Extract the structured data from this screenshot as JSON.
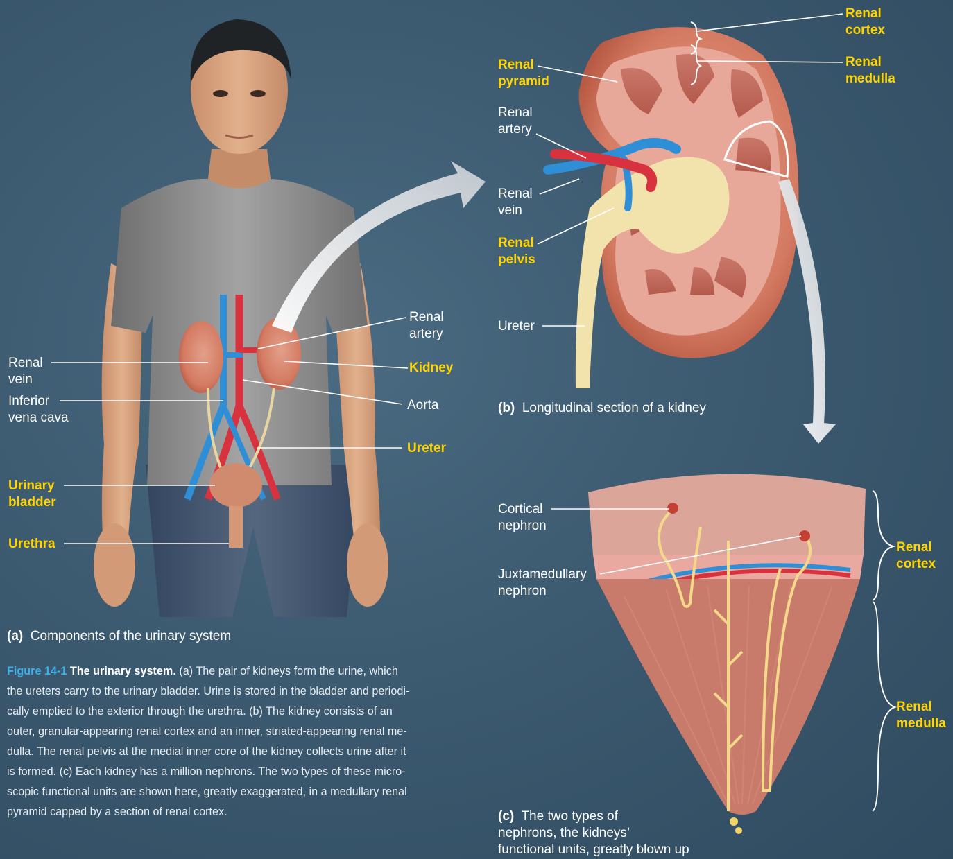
{
  "labels_a": {
    "renal_vein": [
      "Renal",
      "vein"
    ],
    "inferior_vena_cava": [
      "Inferior",
      "vena cava"
    ],
    "urinary_bladder": [
      "Urinary",
      "bladder"
    ],
    "urethra": "Urethra",
    "renal_artery": [
      "Renal",
      "artery"
    ],
    "kidney": "Kidney",
    "aorta": "Aorta",
    "ureter": "Ureter"
  },
  "labels_b": {
    "renal_pyramid": [
      "Renal",
      "pyramid"
    ],
    "renal_artery": [
      "Renal",
      "artery"
    ],
    "renal_vein": [
      "Renal",
      "vein"
    ],
    "renal_pelvis": [
      "Renal",
      "pelvis"
    ],
    "ureter": "Ureter",
    "renal_cortex": [
      "Renal",
      "cortex"
    ],
    "renal_medulla": [
      "Renal",
      "medulla"
    ]
  },
  "labels_c": {
    "cortical_nephron": [
      "Cortical",
      "nephron"
    ],
    "juxtamedullary_nephron": [
      "Juxtamedullary",
      "nephron"
    ],
    "renal_cortex": [
      "Renal",
      "cortex"
    ],
    "renal_medulla": [
      "Renal",
      "medulla"
    ]
  },
  "captions": {
    "a_letter": "(a)",
    "a_text": "Components of the urinary system",
    "b_letter": "(b)",
    "b_text": "Longitudinal section of a kidney",
    "c_letter": "(c)",
    "c_text_1": "The two types of",
    "c_text_2": "nephrons, the kidneys’",
    "c_text_3": "functional units, greatly blown up"
  },
  "figure": {
    "number": "Figure 14-1",
    "title": "The urinary system.",
    "lines": [
      "(a) The pair of kidneys form the urine, which",
      "the ureters carry to the urinary bladder. Urine is stored in the bladder and periodi-",
      "cally emptied to the exterior through the urethra. (b) The kidney consists of an",
      "outer, granular-appearing renal cortex and an inner, striated-appearing renal me-",
      "dulla. The renal pelvis at the medial inner core of the kidney collects urine after it",
      "is formed. (c) Each kidney has a million nephrons. The two types of these micro-",
      "scopic functional units are shown here, greatly exaggerated, in a medullary renal",
      "pyramid capped by a section of renal cortex."
    ]
  },
  "colors": {
    "key_label": "#ffd400",
    "figure_number": "#3ab0e8",
    "background": "#3c5a70"
  }
}
